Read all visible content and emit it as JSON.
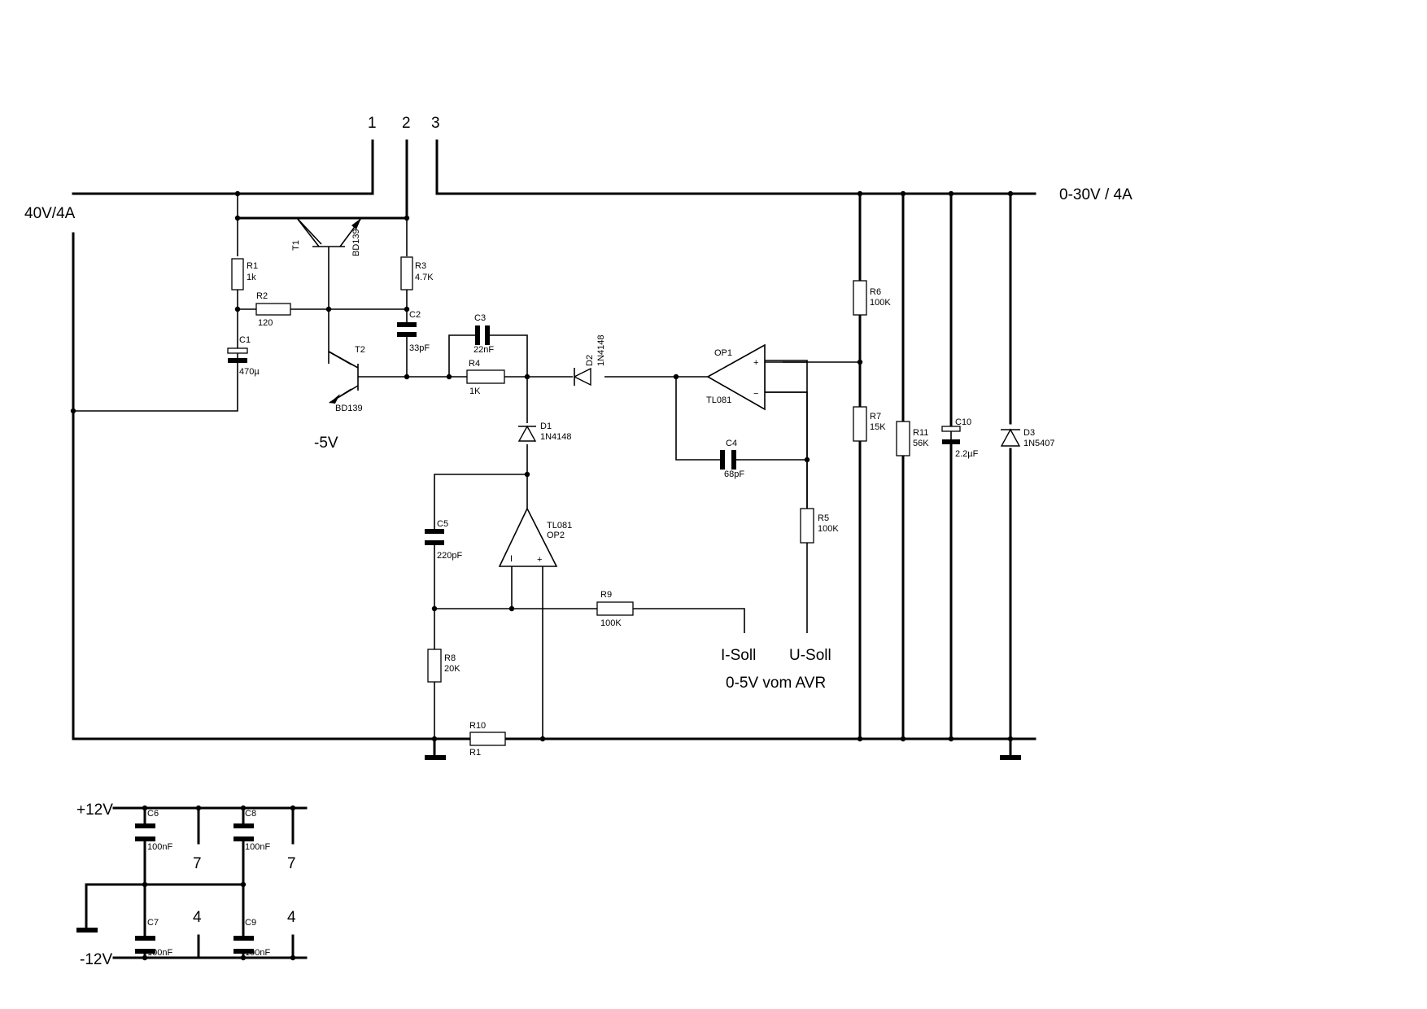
{
  "terminals": {
    "t1": "1",
    "t2": "2",
    "t3": "3"
  },
  "labels": {
    "input": "40V/4A",
    "output": "0-30V / 4A",
    "neg5": "-5V",
    "isoll": "I-Soll",
    "usoll": "U-Soll",
    "avr": "0-5V vom AVR",
    "p12": "+12V",
    "n12": "-12V"
  },
  "components": {
    "T1": {
      "ref": "T1",
      "value": "BD139"
    },
    "T2": {
      "ref": "T2",
      "value": "BD139"
    },
    "R1": {
      "ref": "R1",
      "value": "1k"
    },
    "R2": {
      "ref": "R2",
      "value": "120"
    },
    "R3": {
      "ref": "R3",
      "value": "4.7K"
    },
    "C1": {
      "ref": "C1",
      "value": "470µ"
    },
    "C2": {
      "ref": "C2",
      "value": "33pF"
    },
    "C3": {
      "ref": "C3",
      "value": "22nF"
    },
    "R4": {
      "ref": "R4",
      "value": "1K"
    },
    "D1": {
      "ref": "D1",
      "value": "1N4148"
    },
    "D2": {
      "ref": "D2",
      "value": "1N4148"
    },
    "C5": {
      "ref": "C5",
      "value": "220pF"
    },
    "OP2": {
      "ref": "OP2",
      "value": "TL081"
    },
    "R8": {
      "ref": "R8",
      "value": "20K"
    },
    "R9": {
      "ref": "R9",
      "value": "100K"
    },
    "R10": {
      "ref": "R10",
      "value": "R1"
    },
    "OP1": {
      "ref": "OP1",
      "value": "TL081"
    },
    "C4": {
      "ref": "C4",
      "value": "68pF"
    },
    "R5": {
      "ref": "R5",
      "value": "100K"
    },
    "R6": {
      "ref": "R6",
      "value": "100K"
    },
    "R7": {
      "ref": "R7",
      "value": "15K"
    },
    "R11": {
      "ref": "R11",
      "value": "56K"
    },
    "C10": {
      "ref": "C10",
      "value": "2.2µF"
    },
    "D3": {
      "ref": "D3",
      "value": "1N5407"
    },
    "C6": {
      "ref": "C6",
      "value": "100nF"
    },
    "C7": {
      "ref": "C7",
      "value": "100nF"
    },
    "C8": {
      "ref": "C8",
      "value": "100nF"
    },
    "C9": {
      "ref": "C9",
      "value": "100nF"
    }
  },
  "opamp_pins": {
    "plus": "+",
    "minus": "−",
    "minus_op2": "I",
    "plus_op2": "+"
  },
  "pins": {
    "p7a": "7",
    "p7b": "7",
    "p4a": "4",
    "p4b": "4"
  }
}
